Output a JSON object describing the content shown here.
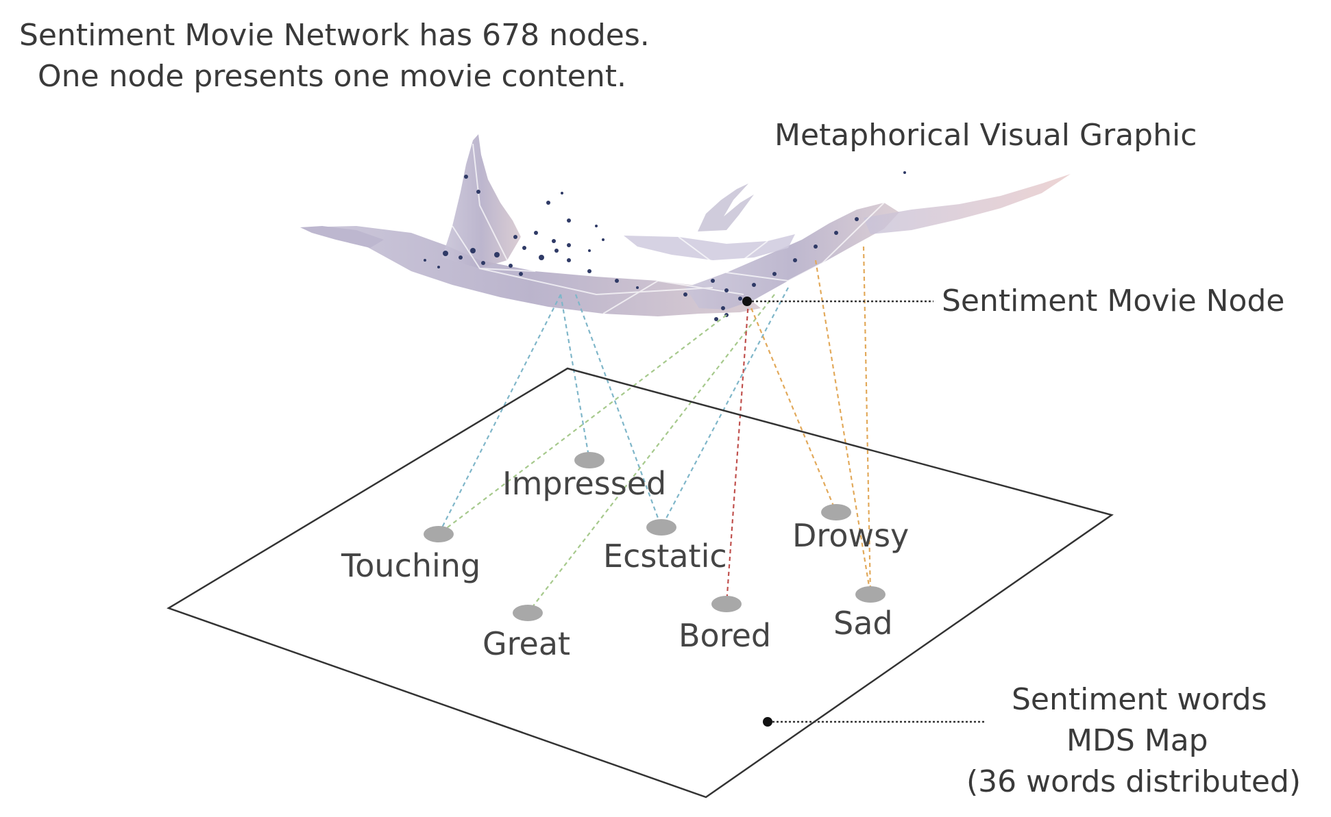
{
  "header": {
    "line1": "Sentiment Movie Network has 678 nodes.",
    "line2": "One node presents one movie content."
  },
  "labels": {
    "metaphor": "Metaphorical Visual Graphic",
    "node": "Sentiment Movie Node",
    "map_line1": "Sentiment words",
    "map_line2": "MDS Map",
    "map_line3": "(36 words distributed)"
  },
  "words": [
    {
      "id": "impressed",
      "text": "Impressed"
    },
    {
      "id": "touching",
      "text": "Touching"
    },
    {
      "id": "ecstatic",
      "text": "Ecstatic"
    },
    {
      "id": "drowsy",
      "text": "Drowsy"
    },
    {
      "id": "great",
      "text": "Great"
    },
    {
      "id": "bored",
      "text": "Bored"
    },
    {
      "id": "sad",
      "text": "Sad"
    }
  ],
  "colors": {
    "creature_fill": "#b9b3cc",
    "node_dot": "#2f3a66",
    "word_dot": "#a8a8a8",
    "plane_stroke": "#333333",
    "line_blue": "#7fb6c9",
    "line_green": "#a6c98c",
    "line_red": "#c0504d",
    "line_orange": "#e2a95a"
  }
}
